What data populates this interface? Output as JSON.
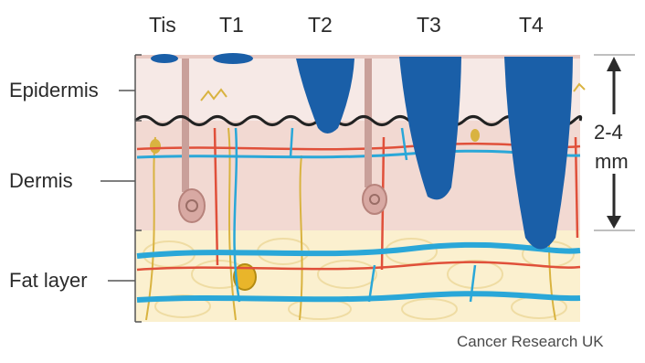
{
  "stages": [
    "Tis",
    "T1",
    "T2",
    "T3",
    "T4"
  ],
  "layers": [
    "Epidermis",
    "Dermis",
    "Fat layer"
  ],
  "scale": {
    "value": "2-4",
    "unit": "mm"
  },
  "credit": "Cancer Research UK",
  "colors": {
    "tumour": "#1a5fa8",
    "epidermis": "#f6e9e6",
    "dermis": "#f3dcd6",
    "fat": "#fbf0cf",
    "vein": "#2aa7d8",
    "artery": "#e0503a",
    "nerve": "#d9b340",
    "basement": "#222222"
  }
}
